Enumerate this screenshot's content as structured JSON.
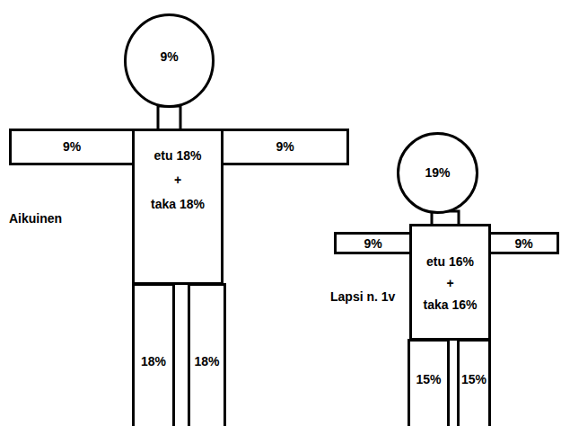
{
  "diagram": {
    "nodes": [
      {
        "text": [
          "9%"
        ]
      },
      {
        "text": [
          "9%"
        ]
      },
      {
        "text": [
          "9%"
        ]
      },
      {
        "text": [
          "etu 18%",
          "+",
          "taka 18%"
        ]
      },
      {
        "text": [
          "18%"
        ]
      },
      {
        "text": [
          "18%"
        ]
      },
      {
        "text": [
          "19%"
        ]
      },
      {
        "text": [
          "9%"
        ]
      },
      {
        "text": [
          "9%"
        ]
      },
      {
        "text": [
          "etu 16%",
          "+",
          "taka 16%"
        ]
      },
      {
        "text": [
          "15%"
        ]
      },
      {
        "text": [
          "15%"
        ]
      }
    ],
    "labels": [
      "Aikuinen",
      "Lapsi n. 1v"
    ]
  }
}
